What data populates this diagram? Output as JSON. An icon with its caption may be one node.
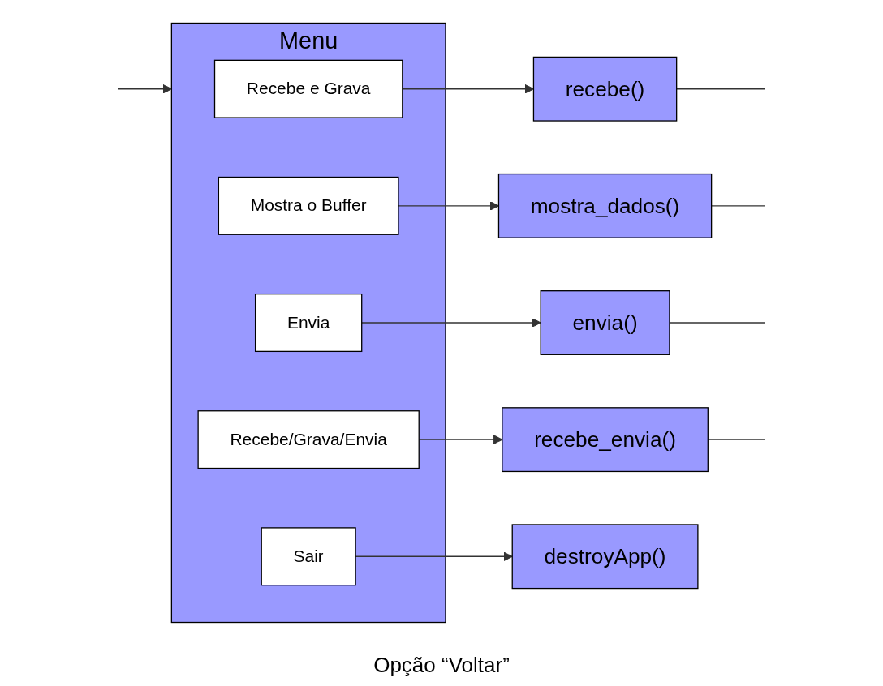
{
  "diagram": {
    "nodes": [
      {
        "text": [
          "Menu"
        ]
      },
      {
        "text": [
          "Recebe e Grava"
        ],
        "in": 0
      },
      {
        "text": [
          "Mostra o Buffer"
        ],
        "in": 0
      },
      {
        "text": [
          "Envia"
        ],
        "in": 0
      },
      {
        "text": [
          "Recebe/Grava/Envia"
        ],
        "in": 0
      },
      {
        "text": [
          "Sair"
        ],
        "in": 0
      },
      {
        "text": [
          "recebe()"
        ]
      },
      {
        "text": [
          "mostra_dados()"
        ]
      },
      {
        "text": [
          "envia()"
        ]
      },
      {
        "text": [
          "recebe_envia()"
        ]
      },
      {
        "text": [
          "destroyApp()"
        ]
      }
    ],
    "edges": [
      {
        "from": 1,
        "to": 6,
        "arrow": "to"
      },
      {
        "from": 2,
        "to": 7,
        "arrow": "to"
      },
      {
        "from": 3,
        "to": 8,
        "arrow": "to"
      },
      {
        "from": 4,
        "to": 9,
        "arrow": "to"
      },
      {
        "from": 5,
        "to": 10,
        "arrow": "to"
      },
      {
        "from": 6,
        "to": null,
        "arrow": "none"
      },
      {
        "from": 7,
        "to": null,
        "arrow": "none"
      },
      {
        "from": 8,
        "to": null,
        "arrow": "none"
      },
      {
        "from": 9,
        "to": null,
        "arrow": "none"
      },
      {
        "from": null,
        "to": 0,
        "arrow": "to"
      }
    ],
    "labels": [
      "Opção “Voltar”"
    ]
  }
}
